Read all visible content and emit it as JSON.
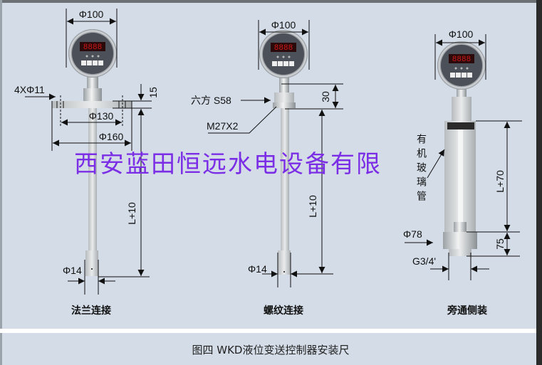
{
  "devices": [
    {
      "name": "flange",
      "caption": "法兰连接",
      "dims": {
        "gauge_dia": "Φ100",
        "holes": "4XΦ11",
        "bolt_circle": "Φ130",
        "flange_dia": "Φ160",
        "flange_thk": "15",
        "length": "L+10",
        "tip_dia": "Φ14"
      }
    },
    {
      "name": "thread",
      "caption": "螺纹连接",
      "dims": {
        "gauge_dia": "Φ100",
        "hex": "六方 S58",
        "thread": "M27X2",
        "height": "30",
        "length": "L+10",
        "tip_dia": "Φ14"
      }
    },
    {
      "name": "bypass",
      "caption": "旁通侧装",
      "dims": {
        "gauge_dia": "Φ100",
        "tube": "有机玻璃管",
        "tube_chars": [
          "有",
          "机",
          "玻",
          "璃",
          "管"
        ],
        "outer_dia": "Φ78",
        "length": "L+70",
        "bottom": "75",
        "thread": "G3/4'"
      }
    }
  ],
  "display_reading": "8888",
  "watermark": "西安蓝田恒远水电设备有限",
  "figure_caption": "图四  WKD液位变送控制器安装尺",
  "colors": {
    "background": "#d3dce7",
    "watermark": "#7b2ee6",
    "display": "#d01818"
  }
}
